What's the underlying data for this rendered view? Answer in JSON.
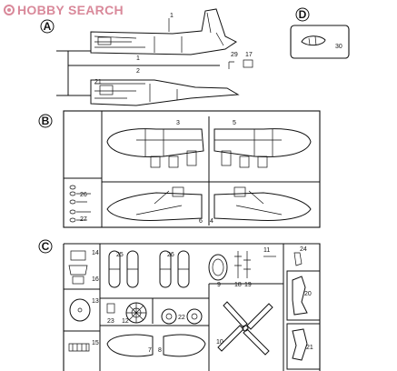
{
  "watermark": {
    "text": "HOBBY SEARCH",
    "color": "#d9899a"
  },
  "sections": {
    "A": "A",
    "B": "B",
    "C": "C",
    "D": "D"
  },
  "parts": {
    "p1": "1",
    "p1b": "1",
    "p2": "2",
    "p29": "29",
    "p17": "17",
    "p30": "30",
    "p3": "3",
    "p5": "5",
    "p26": "26",
    "p27": "27",
    "p6": "6",
    "p4": "4",
    "p14": "14",
    "p16": "16",
    "p25": "25",
    "p26c": "26",
    "p11": "11",
    "p24": "24",
    "p9": "9",
    "p18": "18",
    "p19": "19",
    "p13": "13",
    "p20": "20",
    "p23": "23",
    "p12": "12",
    "p22": "22",
    "p15": "15",
    "p7": "7",
    "p8": "8",
    "p10": "10",
    "p21": "21"
  }
}
